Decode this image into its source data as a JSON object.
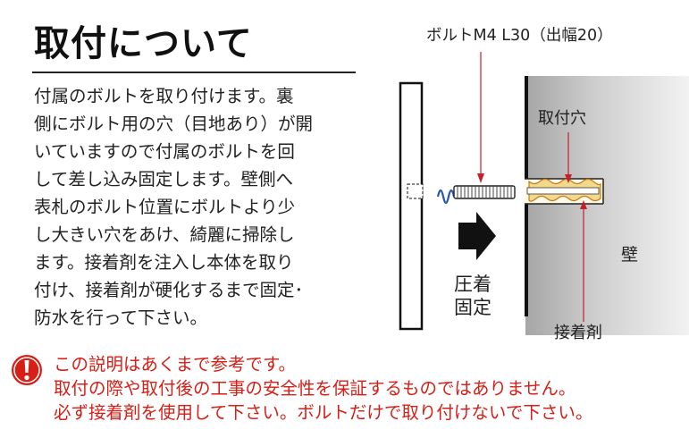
{
  "title": "取付について",
  "body_lines": [
    "付属のボルトを取り付けます。裏",
    "側にボルト用の穴（目地あり）が開",
    "いていますので付属のボルトを回",
    "して差し込み固定します。壁側へ",
    "表札のボルト位置にボルトより少",
    "し大きい穴をあけ、綺麗に掃除し",
    "ます。接着剤を注入し本体を取り",
    "付け、接着剤が硬化するまで固定･",
    "防水を行って下さい。"
  ],
  "diagram": {
    "bolt_label": "ボルトM4 L30（出幅20）",
    "hole_label": "取付穴",
    "press_label_1": "圧着",
    "press_label_2": "固定",
    "wall_label": "壁",
    "adhesive_label": "接着剤"
  },
  "notice": {
    "icon": "exclamation-icon",
    "color": "#d51f17",
    "lines": [
      "この説明はあくまで参考です。",
      "取付の際や取付後の工事の安全性を保証するものではありません。",
      "必ず接着剤を使用して下さい。ボルトだけで取り付けないで下さい。"
    ]
  }
}
